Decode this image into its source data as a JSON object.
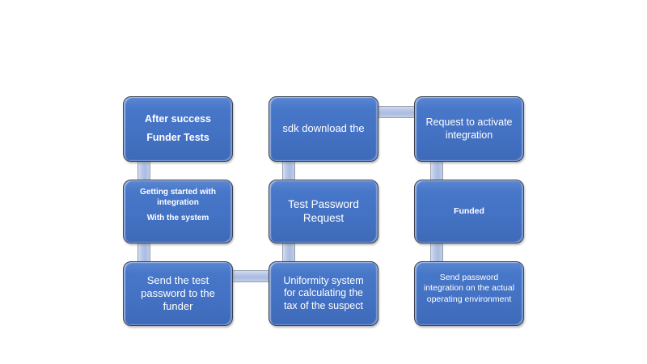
{
  "boxes": {
    "b1": {
      "p1": "After success",
      "p2": "Funder Tests"
    },
    "b2": {
      "p1": "Getting started with\nintegration",
      "p2": "With the system"
    },
    "b3": {
      "p1": "Send the test\npassword to the\nfunder"
    },
    "b4": {
      "p1": "sdk download the"
    },
    "b5": {
      "p1": "Test Password\nRequest"
    },
    "b6": {
      "p1": "Uniformity system\nfor calculating the\ntax of the suspect"
    },
    "b7": {
      "p1": "Request to activate\nintegration"
    },
    "b8": {
      "p1": "Funded"
    },
    "b9": {
      "p1": "Send password\nintegration on the actual\noperating environment"
    }
  },
  "flow_order": [
    "b1",
    "b2",
    "b3",
    "b6",
    "b5",
    "b4",
    "b7",
    "b8",
    "b9"
  ],
  "connections": [
    {
      "from": "b1",
      "to": "b2",
      "orientation": "vertical"
    },
    {
      "from": "b2",
      "to": "b3",
      "orientation": "vertical"
    },
    {
      "from": "b3",
      "to": "b6",
      "orientation": "horizontal"
    },
    {
      "from": "b6",
      "to": "b5",
      "orientation": "vertical"
    },
    {
      "from": "b5",
      "to": "b4",
      "orientation": "vertical"
    },
    {
      "from": "b4",
      "to": "b7",
      "orientation": "horizontal"
    },
    {
      "from": "b7",
      "to": "b8",
      "orientation": "vertical"
    },
    {
      "from": "b8",
      "to": "b9",
      "orientation": "vertical"
    }
  ],
  "colors": {
    "background": "#ffffff",
    "box_fill": "#4472c4",
    "box_border": "#3c4050",
    "connector_fill": "#b4c7e7",
    "connector_border": "#99a1ae",
    "text": "#ffffff"
  }
}
